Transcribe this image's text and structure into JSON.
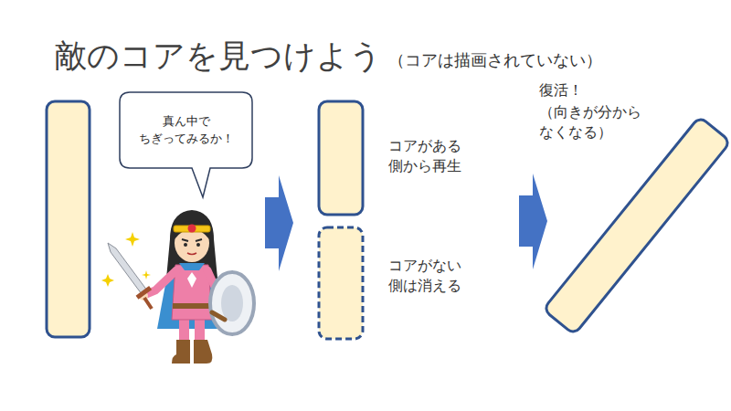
{
  "diagram": {
    "title": "敵のコアを見つけよう",
    "nodes": [
      {
        "text": [
          "真ん中で ちぎってみるか！"
        ]
      }
    ],
    "labels": [
      "（コアは描画されていない）",
      "コアがある 側から再生",
      "コアがない 側は消える",
      "復活！",
      "（向きが分から なくなる）"
    ]
  }
}
